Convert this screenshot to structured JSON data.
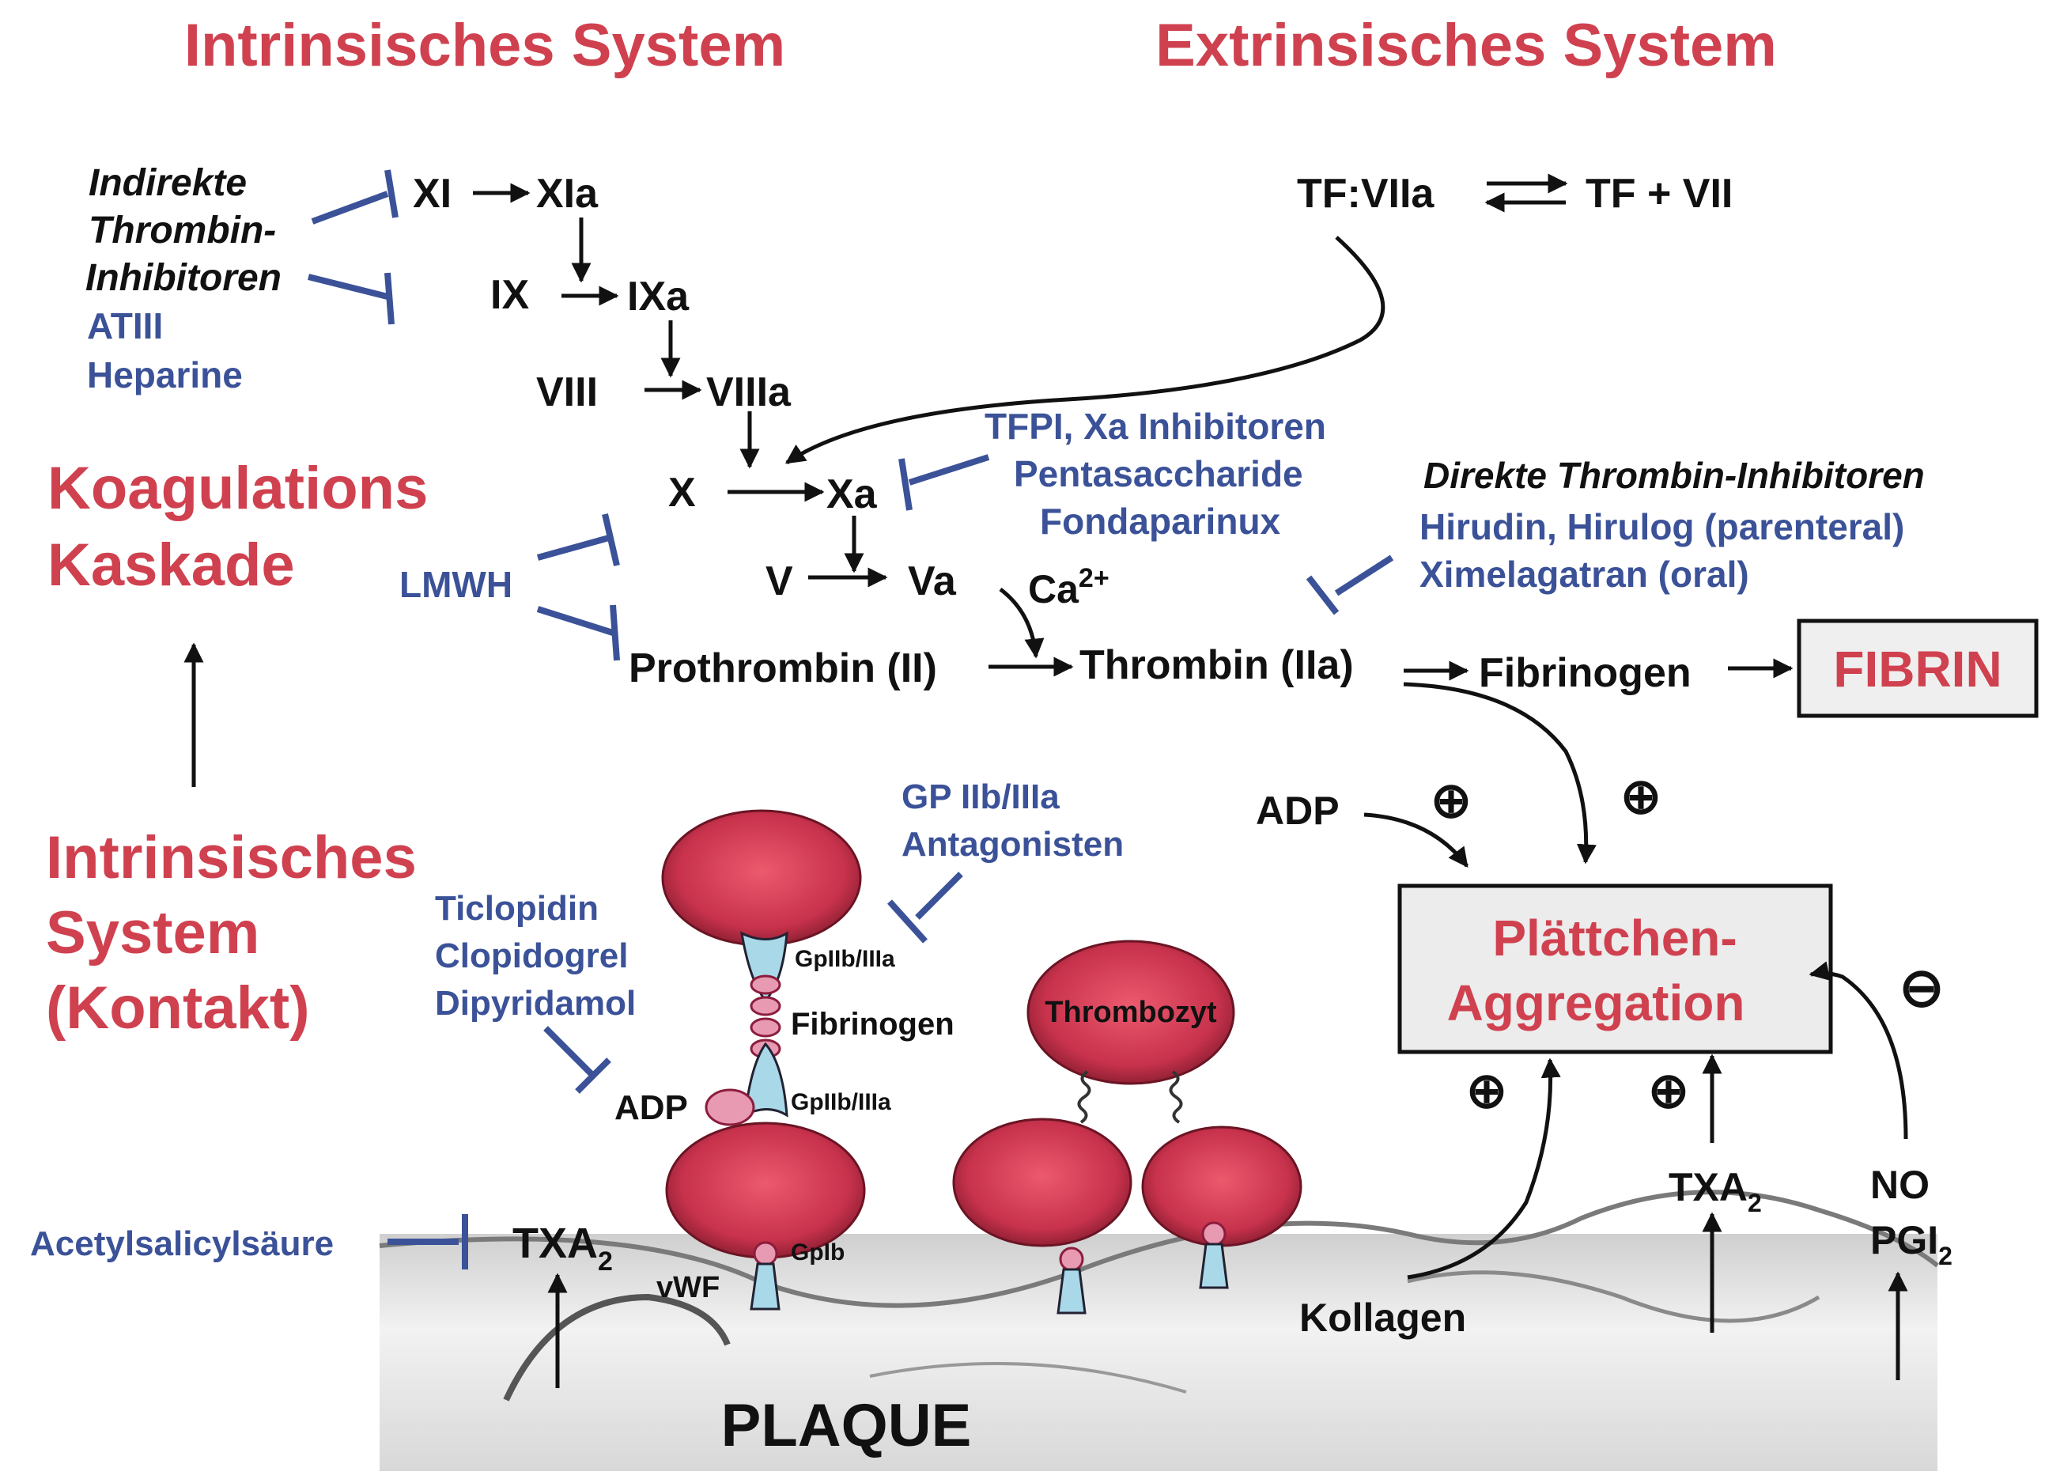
{
  "titles": {
    "intrinsic": "Intrinsisches System",
    "extrinsic": "Extrinsisches System",
    "cascade_line1": "Koagulations",
    "cascade_line2": "Kaskade",
    "contact_line1": "Intrinsisches",
    "contact_line2": "System",
    "contact_line3": "(Kontakt)"
  },
  "inhibitors_left": {
    "indirect_line1": "Indirekte",
    "indirect_line2": "Thrombin-",
    "indirect_line3": "Inhibitoren",
    "atiii": "ATIII",
    "heparine": "Heparine",
    "lmwh": "LMWH"
  },
  "factors": {
    "xi": "XI",
    "xia": "XIa",
    "ix": "IX",
    "ixa": "IXa",
    "viii": "VIII",
    "viiia": "VIIIa",
    "x": "X",
    "xa": "Xa",
    "v": "V",
    "va": "Va",
    "ca": "Ca",
    "ca_sup": "2+",
    "prothrombin": "Prothrombin (II)",
    "thrombin": "Thrombin (IIa)",
    "fibrinogen": "Fibrinogen",
    "fibrin": "FIBRIN",
    "tf_viia": "TF:VIIa",
    "tf_vii": "TF + VII"
  },
  "xa_inhibitors": {
    "line1": "TFPI, Xa Inhibitoren",
    "line2": "Pentasaccharide",
    "line3": "Fondaparinux"
  },
  "direct_inhibitors": {
    "title": "Direkte Thrombin-Inhibitoren",
    "line2": "Hirudin, Hirulog (parenteral)",
    "line3": "Ximelagatran (oral)"
  },
  "platelet_section": {
    "gp_antagonists_line1": "GP IIb/IIIa",
    "gp_antagonists_line2": "Antagonisten",
    "adp_drug1": "Ticlopidin",
    "adp_drug2": "Clopidogrel",
    "adp_drug3": "Dipyridamol",
    "gp_upper": "GpIIb/IIIa",
    "gp_lower": "GpIIb/IIIa",
    "fibrinogen_bridge": "Fibrinogen",
    "adp_label": "ADP",
    "gpib": "GpIb",
    "vwf": "vWF",
    "thrombozyt": "Thrombozyt",
    "aspirin": "Acetylsalicylsäure",
    "txa_left": "TXA",
    "txa_left_sub": "2"
  },
  "aggregation": {
    "line1": "Plättchen-",
    "line2": "Aggregation",
    "adp": "ADP",
    "kollagen": "Kollagen",
    "txa": "TXA",
    "txa_sub": "2",
    "no": "NO",
    "pgi": "PGI",
    "pgi_sub": "2",
    "plus": "⊕",
    "minus": "⊖"
  },
  "plaque": "PLAQUE",
  "colors": {
    "red_text": "#d0414f",
    "blue_text": "#3b5298",
    "platelet": "#c8324c",
    "receptor": "#a9d8e8",
    "pink": "#e79ab2"
  }
}
